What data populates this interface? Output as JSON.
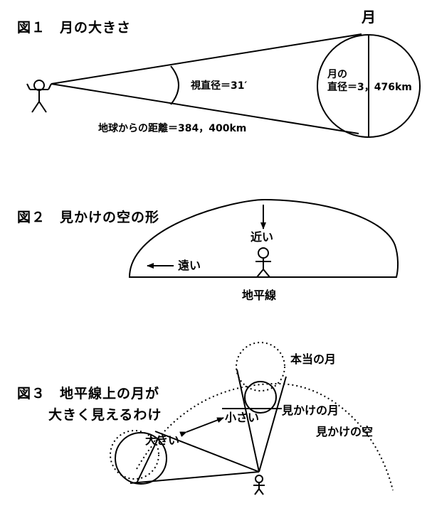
{
  "fig1": {
    "title": "図１　月の大きさ",
    "moon_label": "月",
    "angle_label": "視直径＝31′",
    "diameter_label_line1": "月の",
    "diameter_label_line2": "直径＝3，476km",
    "distance_label": "地球からの距離＝384，400km"
  },
  "fig2": {
    "title": "図２　見かけの空の形",
    "near_label": "近い",
    "far_label": "遠い",
    "horizon_label": "地平線"
  },
  "fig3": {
    "title_line1": "図３　地平線上の月が",
    "title_line2": "大きく見えるわけ",
    "true_moon_label": "本当の月",
    "apparent_moon_label": "見かけの月",
    "apparent_sky_label": "見かけの空",
    "small_label": "小さい",
    "big_label": "大きい"
  }
}
